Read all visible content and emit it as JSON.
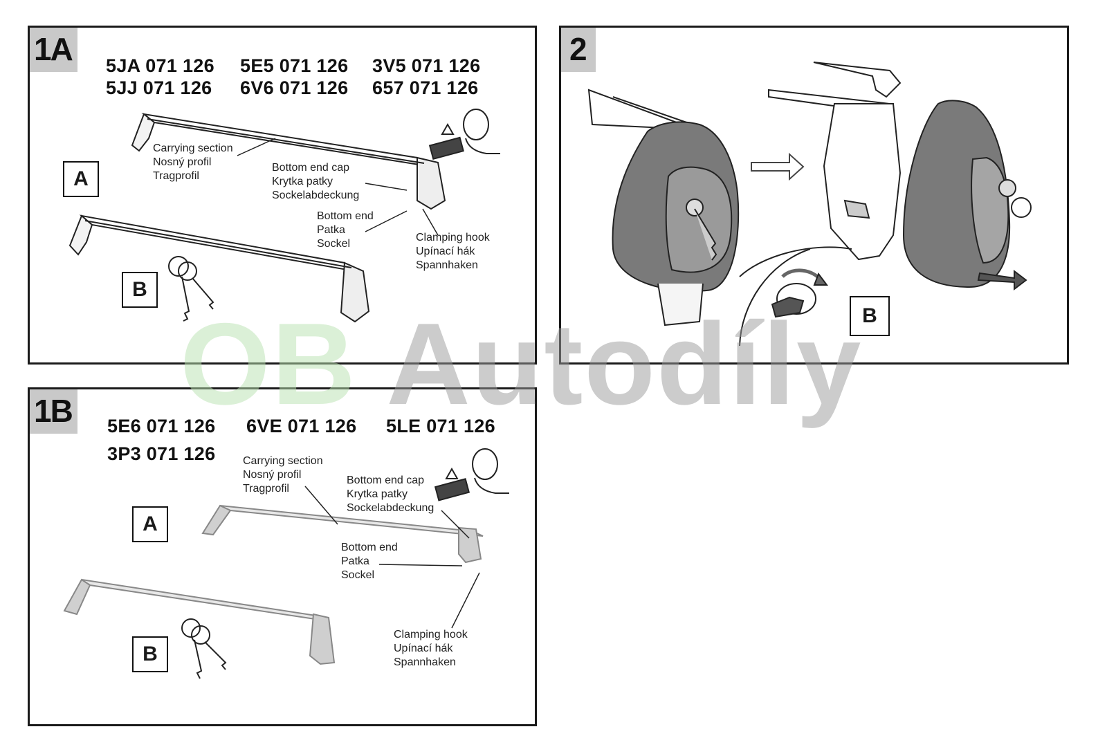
{
  "panel_1a": {
    "tag": "1A",
    "codes": [
      "5JA 071 126",
      "5E5 071 126",
      "3V5 071 126",
      "5JJ 071 126",
      "6V6 071 126",
      "657 071 126"
    ],
    "box_a": "A",
    "box_b": "B",
    "carrying_section": [
      "Carrying section",
      "Nosný profil",
      "Tragprofil"
    ],
    "bottom_end_cap": [
      "Bottom end cap",
      "Krytka patky",
      "Sockelabdeckung"
    ],
    "bottom_end": [
      "Bottom end",
      "Patka",
      "Sockel"
    ],
    "clamping_hook": [
      "Clamping hook",
      "Upínací hák",
      "Spannhaken"
    ]
  },
  "panel_2": {
    "tag": "2",
    "box_b": "B"
  },
  "panel_1b": {
    "tag": "1B",
    "codes": [
      "5E6 071 126",
      "6VE 071 126",
      "5LE 071 126",
      "3P3 071 126"
    ],
    "box_a": "A",
    "box_b": "B",
    "carrying_section": [
      "Carrying section",
      "Nosný profil",
      "Tragprofil"
    ],
    "bottom_end_cap": [
      "Bottom end cap",
      "Krytka patky",
      "Sockelabdeckung"
    ],
    "bottom_end": [
      "Bottom end",
      "Patka",
      "Sockel"
    ],
    "clamping_hook": [
      "Clamping hook",
      "Upínací hák",
      "Spannhaken"
    ]
  },
  "watermark": {
    "part1": "OB",
    "part2": "Autodíly",
    "color1": "#b9e3b0",
    "color2": "#9a9a9a"
  }
}
